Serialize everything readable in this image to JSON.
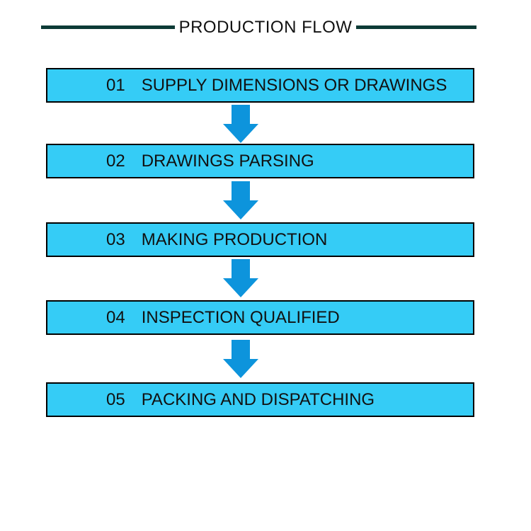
{
  "header": {
    "title": "PRODUCTION FLOW"
  },
  "flow": {
    "steps": [
      {
        "number": "01",
        "label": "SUPPLY DIMENSIONS OR DRAWINGS"
      },
      {
        "number": "02",
        "label": "DRAWINGS PARSING"
      },
      {
        "number": "03",
        "label": "MAKING PRODUCTION"
      },
      {
        "number": "04",
        "label": "INSPECTION QUALIFIED"
      },
      {
        "number": "05",
        "label": "PACKING AND DISPATCHING"
      }
    ],
    "connector_icon": "down-arrow"
  },
  "colors": {
    "background": "#FFFFFF",
    "box_fill": "#35CCF6",
    "box_border": "#000000",
    "arrow_fill": "#0D94DC",
    "rule_color": "#0D3B36",
    "text_color": "#111111"
  }
}
